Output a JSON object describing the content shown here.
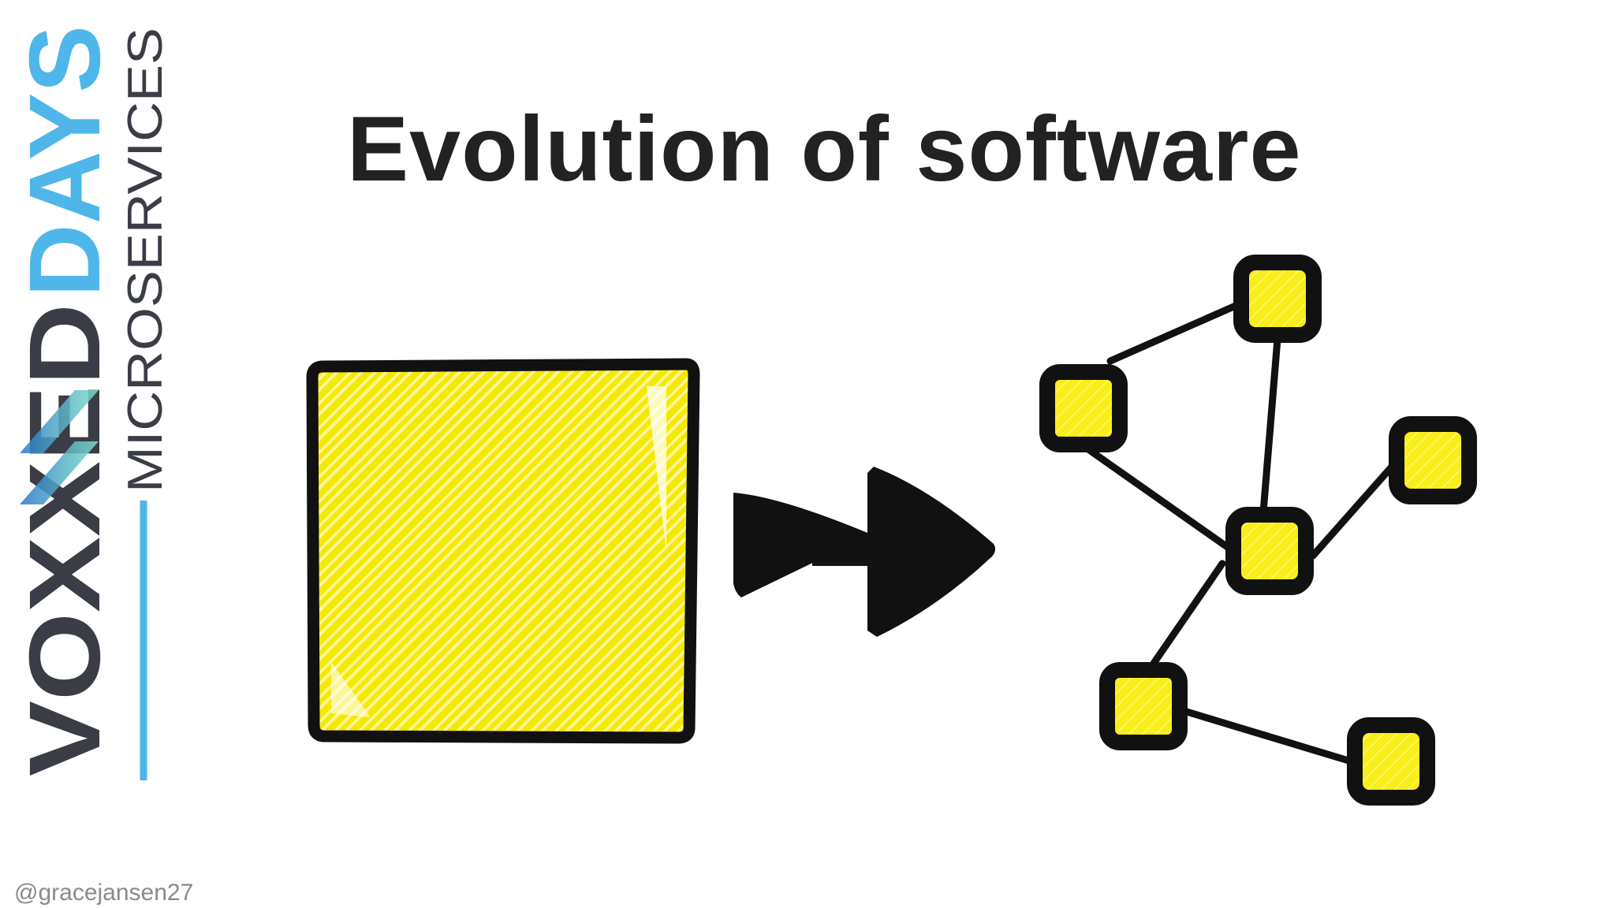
{
  "slide": {
    "title": "Evolution of software",
    "author_handle": "@gracejansen27"
  },
  "logo": {
    "voxxed_text": "VOXXED",
    "days_text": "DAYS",
    "sub_text": "MICROSERVICES",
    "colors": {
      "voxxed": "#3a3d45",
      "days": "#4fb6ea",
      "microservices": "#3a3d45",
      "rule": "#4fb6ea",
      "x_gradient_start": "#2a78c8",
      "x_gradient_end": "#7fe0c8"
    }
  },
  "diagram": {
    "from": "monolith",
    "to": "microservices",
    "arrow": "double-triangle-arrow",
    "microservice_count": 6,
    "connection_count": 6,
    "colors": {
      "fill": "#f5ee12",
      "hatch": "#f8e800",
      "stroke": "#111111"
    }
  }
}
